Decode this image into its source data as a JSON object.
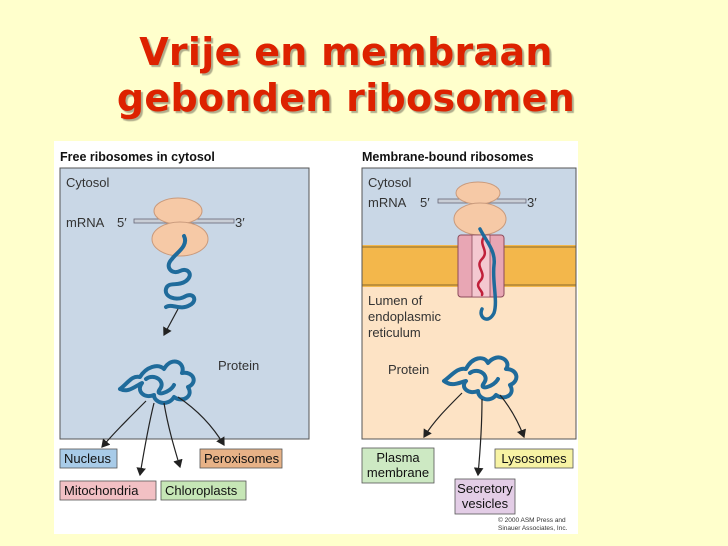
{
  "slide": {
    "title_line1": "Vrije en membraan",
    "title_line2": "gebonden ribosomen"
  },
  "left_panel": {
    "heading": "Free ribosomes in cytosol",
    "cytosol_label": "Cytosol",
    "mrna_label": "mRNA",
    "five_prime": "5′",
    "three_prime": "3′",
    "protein_label": "Protein",
    "destinations": [
      "Nucleus",
      "Peroxisomes",
      "Mitochondria",
      "Chloroplasts"
    ]
  },
  "right_panel": {
    "heading": "Membrane-bound ribosomes",
    "cytosol_label": "Cytosol",
    "mrna_label": "mRNA",
    "five_prime": "5′",
    "three_prime": "3′",
    "lumen_line1": "Lumen of",
    "lumen_line2": "endoplasmic",
    "lumen_line3": "reticulum",
    "protein_label": "Protein",
    "plasma_line1": "Plasma",
    "plasma_line2": "membrane",
    "lysosomes": "Lysosomes",
    "secretory_line1": "Secretory",
    "secretory_line2": "vesicles"
  },
  "copyright": {
    "line1": "© 2000 ASM Press and",
    "line2": "Sinauer Associates, Inc."
  },
  "colors": {
    "title": "#dd2200",
    "background": "#ffffcc",
    "cytosol": "#c9d7e6",
    "lumen": "#fde3c5",
    "membrane": "#f3b74b",
    "ribosome": "#f6c9a6",
    "protein": "#1f6b9b",
    "nucleus_box": "#a8cbe8",
    "peroxisome_box": "#e7b287",
    "mitochondria_box": "#f2c0c4",
    "chloroplast_box": "#c6e6b6",
    "plasma_box": "#cde9c3",
    "lysosome_box": "#f7f3a4",
    "secretory_box": "#e3cde6"
  }
}
